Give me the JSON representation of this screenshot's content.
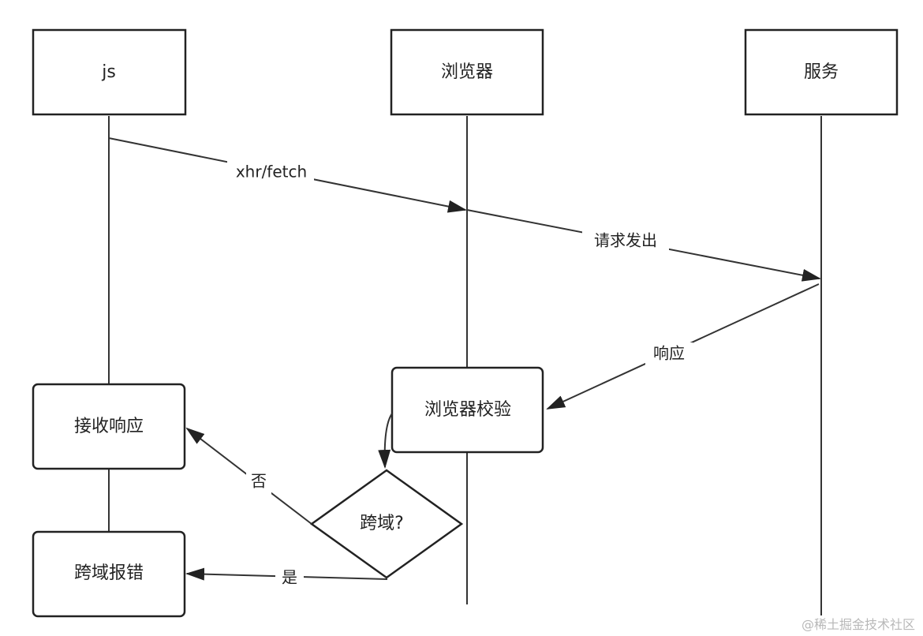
{
  "participants": {
    "js": "js",
    "browser": "浏览器",
    "server": "服务"
  },
  "nodes": {
    "browser_check": "浏览器校验",
    "cross_origin_decision": "跨域?",
    "receive_response": "接收响应",
    "cross_origin_error": "跨域报错"
  },
  "edges": {
    "request_api": "xhr/fetch",
    "request_sent": "请求发出",
    "response": "响应",
    "no": "否",
    "yes": "是"
  },
  "watermark": "@稀土掘金技术社区",
  "colors": {
    "stroke": "#222222",
    "background": "#ffffff",
    "watermark": "#b8b8b8"
  }
}
